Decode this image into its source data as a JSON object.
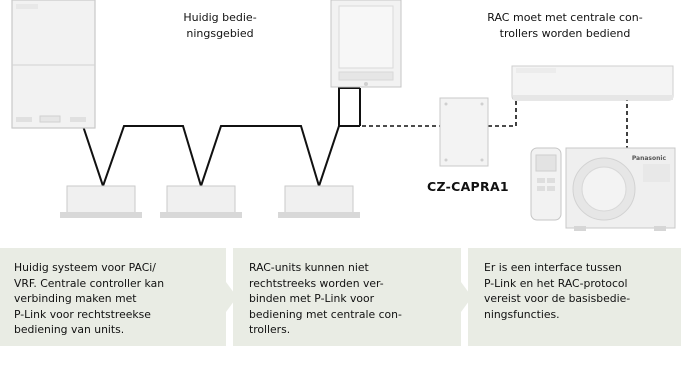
{
  "labels": {
    "current_area": "Huidig bedie-\nningsgebied",
    "rac_area": "RAC moet met centrale con-\ntrollers worden bediend",
    "interface_model": "CZ-CAPRA1"
  },
  "brand_text": "Panasonic",
  "boxes": [
    "Huidig systeem voor PACi/\nVRF. Centrale controller kan\nverbinding maken met\nP-Link voor rechtstreekse\nbediening van units.",
    "RAC-units kunnen niet\nrechtstreeks worden ver-\nbinden met P-Link voor\nbediening met centrale con-\ntrollers.",
    "Er is een interface tussen\nP-Link en het RAC-protocol\nvereist voor de basisbedie-\nningsfuncties."
  ],
  "colors": {
    "box_fill": "#e9ece4",
    "device_fill": "#f2f2f2",
    "device_stroke": "#c8c8c8",
    "line": "#111111"
  }
}
